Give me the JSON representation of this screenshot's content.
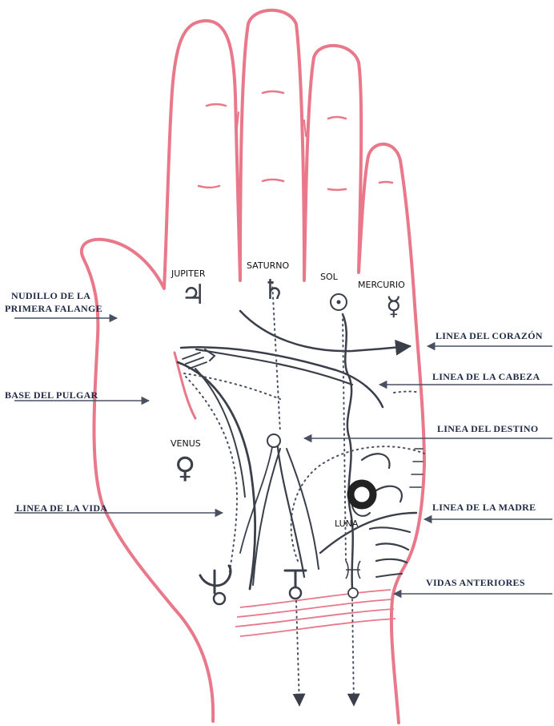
{
  "colors": {
    "outline": "#e8788a",
    "lines": "#3a3f4a",
    "arrows": "#4a5064",
    "label_text": "#1f2a44"
  },
  "labels": {
    "nudillo_line1": "NUDILLO DE LA",
    "nudillo_line2": "PRIMERA FALANGE",
    "base_pulgar": "BASE DEL PULGAR",
    "linea_vida": "LINEA DE LA VIDA",
    "linea_corazon": "LINEA DEL CORAZÓN",
    "linea_cabeza": "LINEA DE LA CABEZA",
    "linea_destino": "LINEA DEL DESTINO",
    "linea_madre": "LINEA DE LA MADRE",
    "vidas_anteriores": "VIDAS ANTERIORES"
  },
  "mounts": {
    "jupiter": "JUPITER",
    "saturno": "SATURNO",
    "sol": "SOL",
    "mercurio": "MERCURIO",
    "venus": "VENUS",
    "luna": "LUNA"
  },
  "symbols": {
    "jupiter": "♃",
    "saturno": "♄",
    "mercurio": "☿",
    "venus": "♀"
  }
}
